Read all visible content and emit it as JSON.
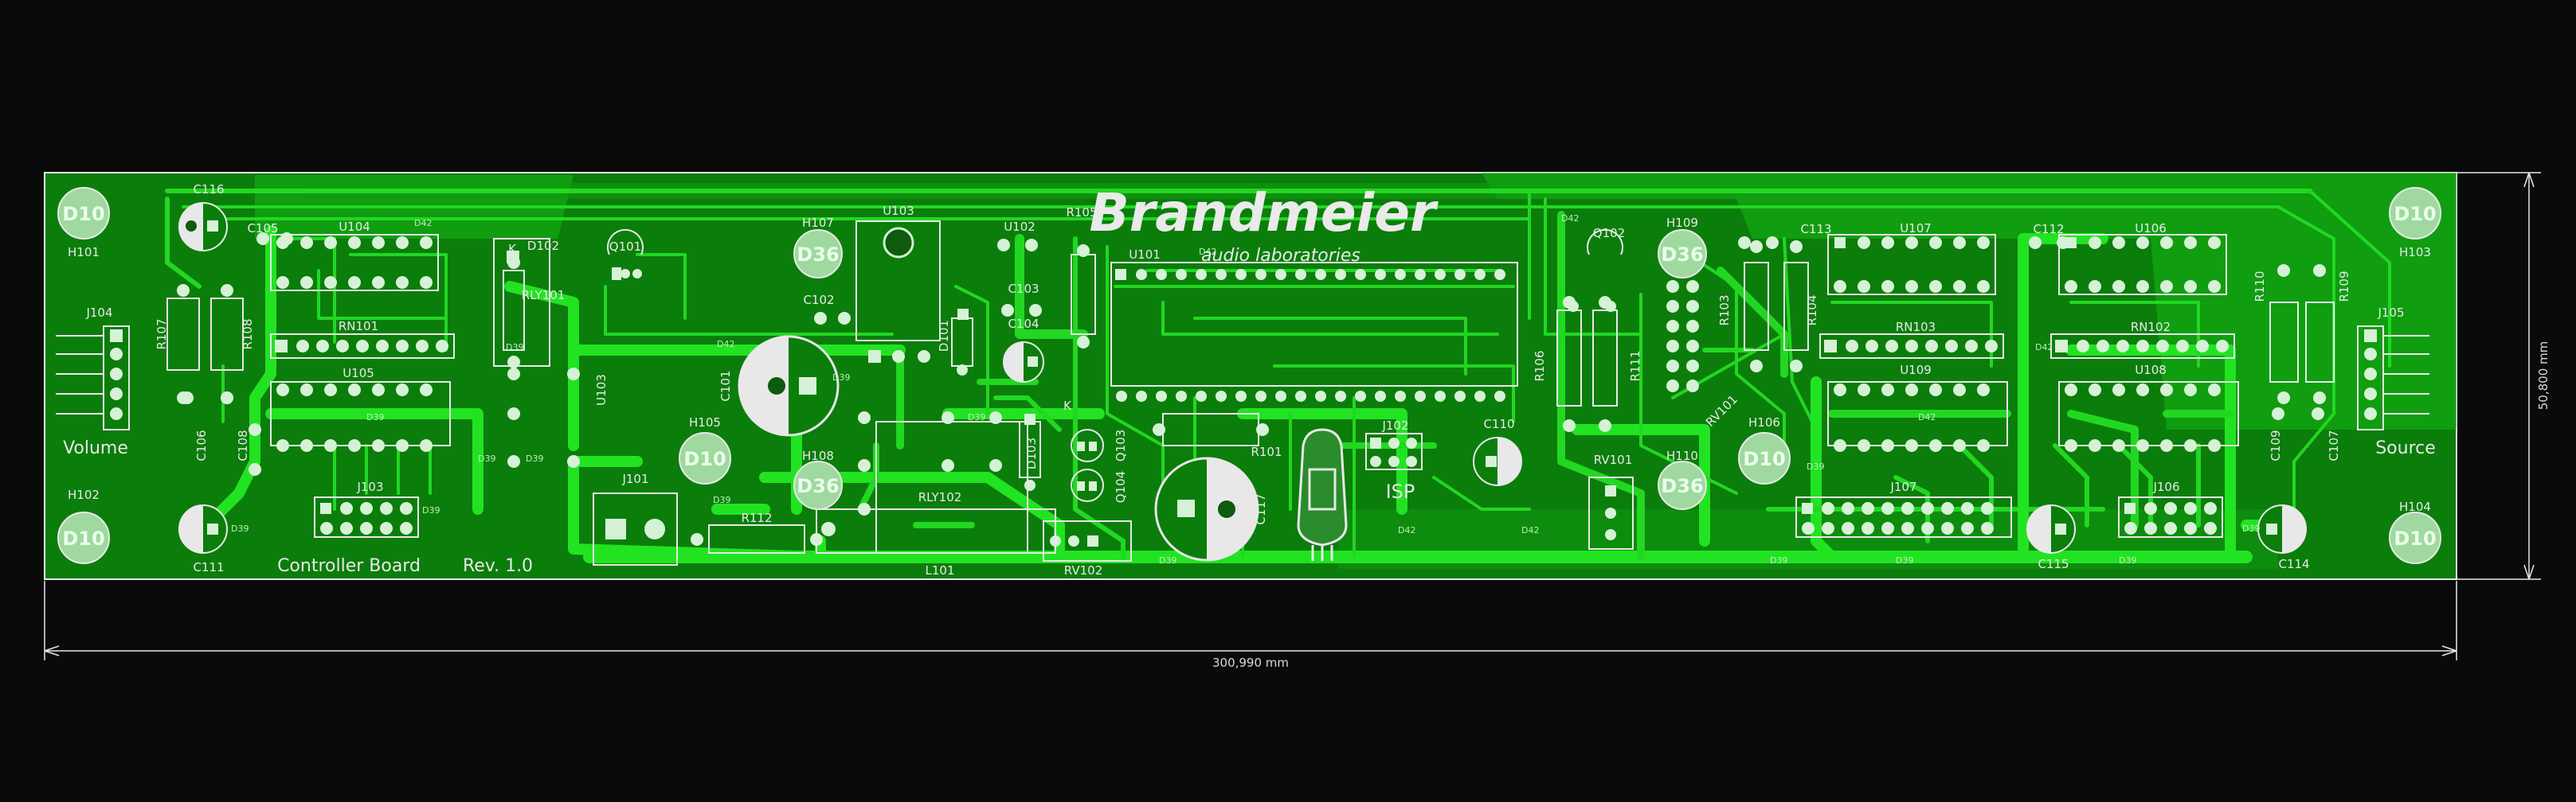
{
  "board": {
    "colors": {
      "background": "#0a0a0a",
      "board_fill": "#0b7d0b",
      "copper_top": "#22d722",
      "copper_bright": "#55ff55",
      "copper_dim": "#0e9a0e",
      "silkscreen": "#e8e8e8",
      "pad": "#d6f2d6",
      "hole": "#1e2a1e"
    },
    "logo": {
      "brand": "Brandmeier",
      "tagline": "audio laboratories"
    },
    "labels": {
      "title": "Controller Board",
      "revision": "Rev. 1.0",
      "volume": "Volume",
      "source": "Source",
      "isp": "ISP"
    },
    "dimensions": {
      "width": "300,990 mm",
      "height": "50,800 mm"
    },
    "mounting_holes": [
      {
        "ref": "H101",
        "pad": "D10"
      },
      {
        "ref": "H102",
        "pad": "D10"
      },
      {
        "ref": "H103",
        "pad": "D10"
      },
      {
        "ref": "H104",
        "pad": "D10"
      },
      {
        "ref": "H105",
        "pad": "D10"
      },
      {
        "ref": "H106",
        "pad": "D10"
      },
      {
        "ref": "H107",
        "pad": "D36"
      },
      {
        "ref": "H108",
        "pad": "D36"
      },
      {
        "ref": "H109",
        "pad": "D36"
      },
      {
        "ref": "H110",
        "pad": "D36"
      }
    ],
    "refs": [
      "C116",
      "C105",
      "U104",
      "RN101",
      "U105",
      "R107",
      "R108",
      "J104",
      "C106",
      "C108",
      "U103",
      "J103",
      "C111",
      "D102",
      "K",
      "RLY101",
      "Q101",
      "Q102",
      "C102",
      "C101",
      "J101",
      "R112",
      "L101",
      "U103",
      "D101",
      "C103",
      "C104",
      "U102",
      "R105",
      "U101",
      "K",
      "D103",
      "Q103",
      "Q104",
      "RLY102",
      "C117",
      "R101",
      "RV102",
      "J102",
      "C110",
      "R106",
      "R111",
      "R103",
      "R104",
      "C113",
      "U107",
      "U109",
      "RN103",
      "C112",
      "U106",
      "U108",
      "RN102",
      "R110",
      "R109",
      "J105",
      "C109",
      "C107",
      "J107",
      "J106",
      "C115",
      "C114",
      "RV101",
      "RV101"
    ],
    "nets": [
      "D39",
      "D42"
    ]
  }
}
